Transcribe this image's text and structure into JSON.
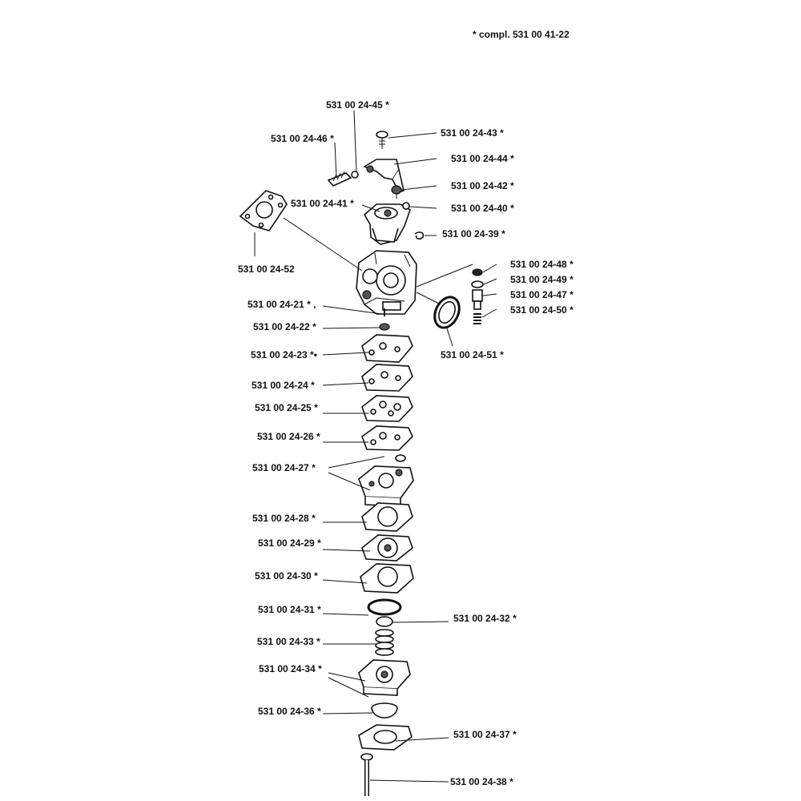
{
  "header": {
    "note": "*  compl. 531 00 41-22"
  },
  "labels": {
    "p45": "531 00 24-45  *",
    "p46": "531 00 24-46  *",
    "p43": "531 00 24-43  *",
    "p44": "531 00 24-44  *",
    "p42": "531 00 24-42  *",
    "p41": "531 00 24-41  *",
    "p40": "531 00 24-40  *",
    "p39": "531 00 24-39  *",
    "p52": "531 00 24-52",
    "p48": "531 00 24-48  *",
    "p49": "531 00 24-49  *",
    "p47": "531 00 24-47  *",
    "p50": "531 00 24-50  *",
    "p21": "531 00 24-21  * ,",
    "p22": "531 00 24-22 *",
    "p51": "531 00 24-51  *",
    "p23": "531 00 24-23  *•",
    "p24": "531 00 24-24  *",
    "p25": "531 00 24-25  *",
    "p26": "531 00 24-26  *",
    "p27": "531 00 24-27  *",
    "p28": "531 00 24-28  *",
    "p29": "531 00 24-29  *",
    "p30": "531 00 24-30  *",
    "p31": "531 00 24-31  *",
    "p32": "531 00 24-32  *",
    "p33": "531 00 24-33  *",
    "p34": "531 00 24-34  *",
    "p36": "531 00 24-36  *",
    "p37": "531 00 24-37  *",
    "p38": "531 00 24-38  *"
  }
}
